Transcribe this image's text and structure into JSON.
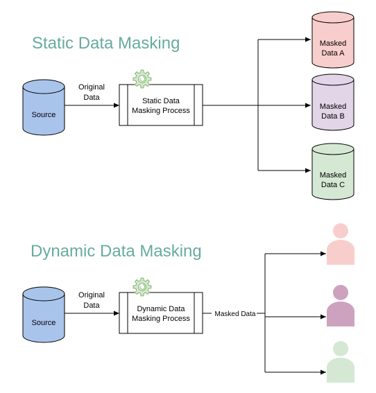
{
  "static_section": {
    "title": "Static Data Masking",
    "source_label": "Source",
    "edge_label_line1": "Original",
    "edge_label_line2": "Data",
    "process_line1": "Static Data",
    "process_line2": "Masking Process",
    "outputs": [
      {
        "line1": "Masked",
        "line2": "Data A",
        "fill": "#F8CECC",
        "stroke": "#B85450"
      },
      {
        "line1": "Masked",
        "line2": "Data B",
        "fill": "#E1D5E7",
        "stroke": "#9673A6"
      },
      {
        "line1": "Masked",
        "line2": "Data C",
        "fill": "#D5E8D4",
        "stroke": "#82B366"
      }
    ]
  },
  "dynamic_section": {
    "title": "Dynamic Data Masking",
    "source_label": "Source",
    "edge_label_line1": "Original",
    "edge_label_line2": "Data",
    "process_line1": "Dynamic Data",
    "process_line2": "Masking Process",
    "output_edge_label": "Masked Data",
    "users": [
      {
        "color": "#F8CECC"
      },
      {
        "color": "#CDA2BE"
      },
      {
        "color": "#D5E8D4"
      }
    ]
  },
  "colors": {
    "source_fill": "#A9C4EB",
    "source_stroke": "#000000",
    "gear_fill": "#D5E8D4",
    "gear_stroke": "#82B366",
    "title_color": "#67AB9F"
  }
}
